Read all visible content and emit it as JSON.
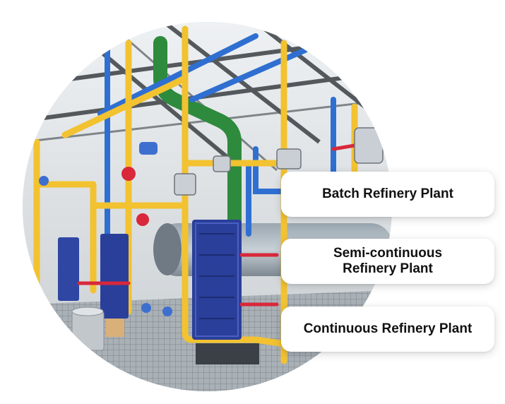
{
  "cards": {
    "batch": {
      "label": "Batch Refinery Plant"
    },
    "semi": {
      "line1": "Semi-continuous",
      "line2": "Refinery Plant"
    },
    "continuous": {
      "label": "Continuous Refinery Plant"
    }
  },
  "colors": {
    "pipe_yellow": "#f2c230",
    "pipe_blue": "#2f6fd1",
    "pipe_green": "#2e8b3d",
    "exchanger_blue": "#2a3f9a",
    "valve_red": "#d8283a",
    "card_bg": "#ffffff"
  },
  "image": {
    "subject": "refinery-plant-photo"
  }
}
